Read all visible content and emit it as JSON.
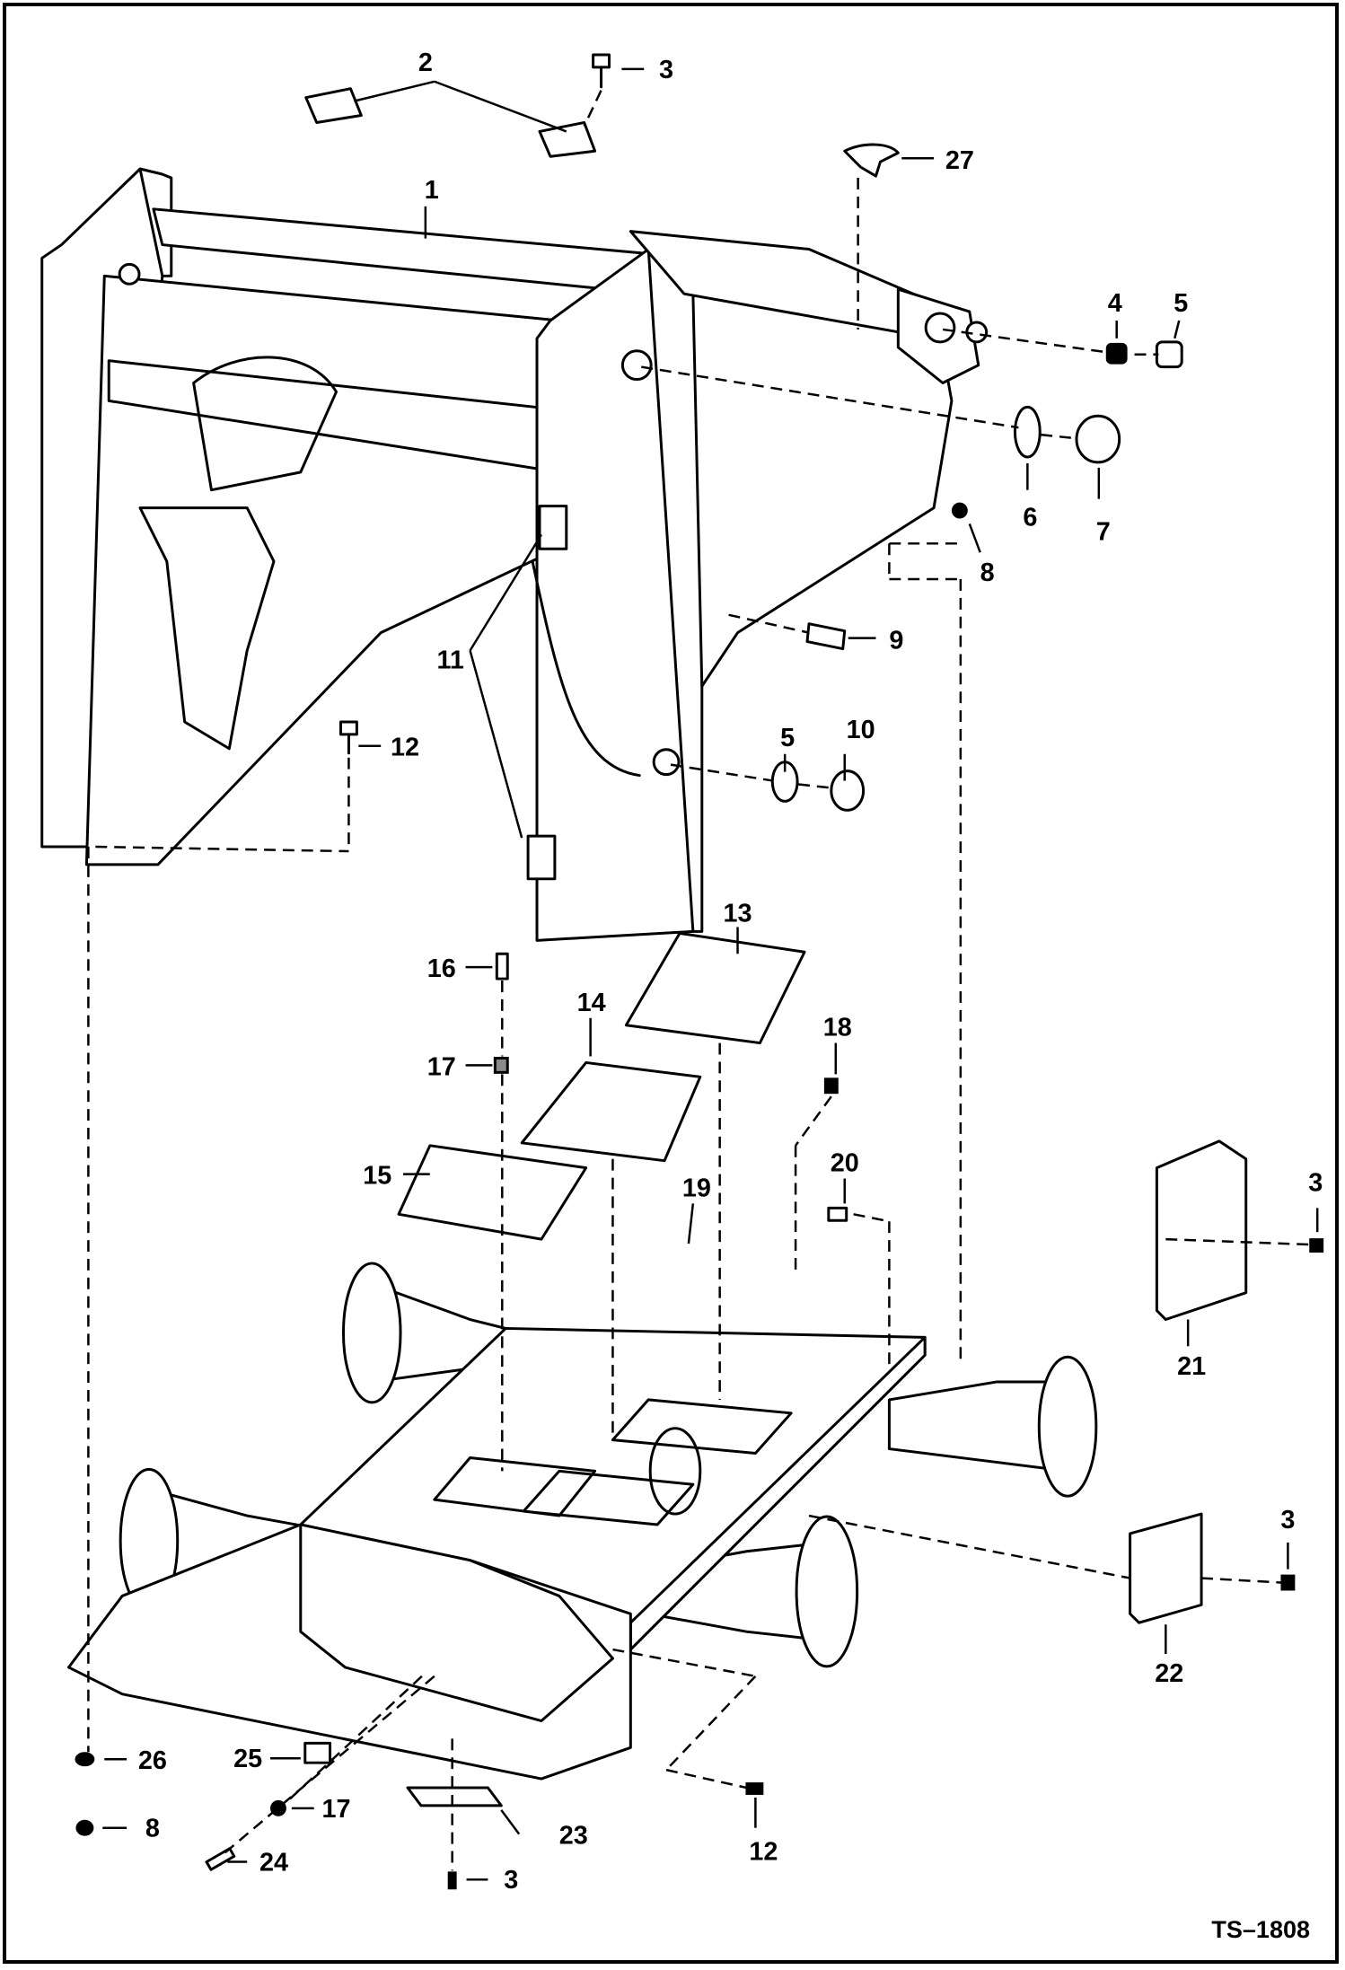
{
  "callouts": [
    "1",
    "2",
    "3",
    "3",
    "3",
    "3",
    "4",
    "5",
    "5",
    "6",
    "7",
    "8",
    "8",
    "9",
    "10",
    "11",
    "12",
    "12",
    "13",
    "14",
    "15",
    "16",
    "17",
    "17",
    "18",
    "19",
    "20",
    "21",
    "22",
    "23",
    "24",
    "25",
    "26",
    "27"
  ],
  "drawing_ref": "TS–1808"
}
